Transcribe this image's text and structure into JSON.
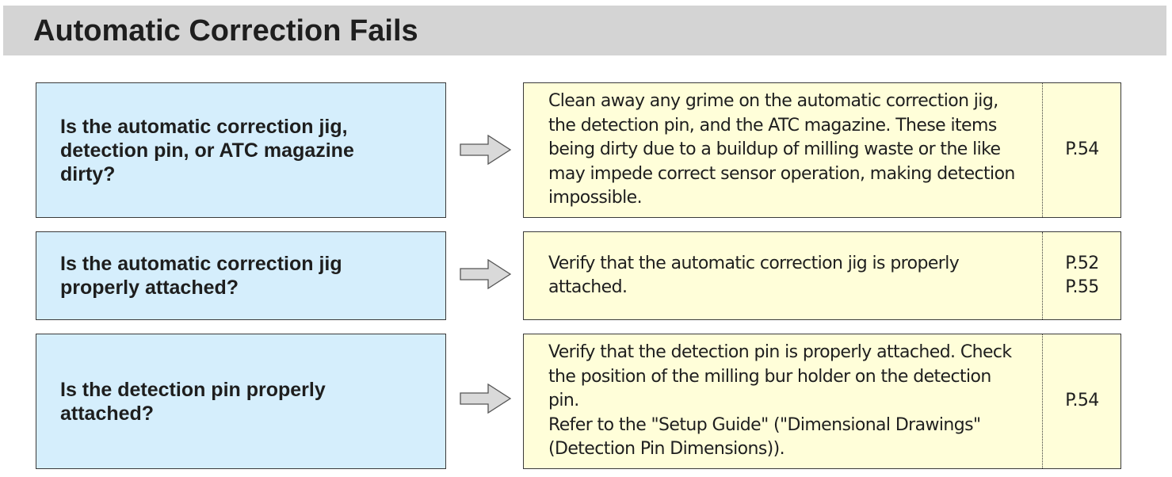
{
  "title": "Automatic Correction Fails",
  "rows": [
    {
      "question": "Is the automatic correction jig,\ndetection pin, or ATC magazine\ndirty?",
      "answer": "Clean away any grime on the automatic correction jig,\nthe detection pin, and the ATC magazine. These items\nbeing dirty due to a buildup of milling waste or the like\nmay impede correct sensor operation, making detection\nimpossible.",
      "pages": [
        "P.54"
      ]
    },
    {
      "question": "Is the automatic correction jig\nproperly attached?",
      "answer": "Verify that the automatic correction jig is properly\nattached.",
      "pages": [
        "P.52",
        "P.55"
      ]
    },
    {
      "question": "Is the detection pin properly\nattached?",
      "answer": "Verify that the detection pin is properly attached. Check\nthe position of the milling bur holder on the detection\npin.\nRefer to the \"Setup Guide\" (\"Dimensional Drawings\"\n(Detection Pin Dimensions)).",
      "pages": [
        "P.54"
      ]
    }
  ],
  "colors": {
    "title_bar": "#d4d4d4",
    "question_box": "#d5eefc",
    "answer_box": "#fffed9",
    "arrow_fill": "#d9d9d9"
  },
  "icons": {
    "arrow": "right-arrow-icon"
  }
}
